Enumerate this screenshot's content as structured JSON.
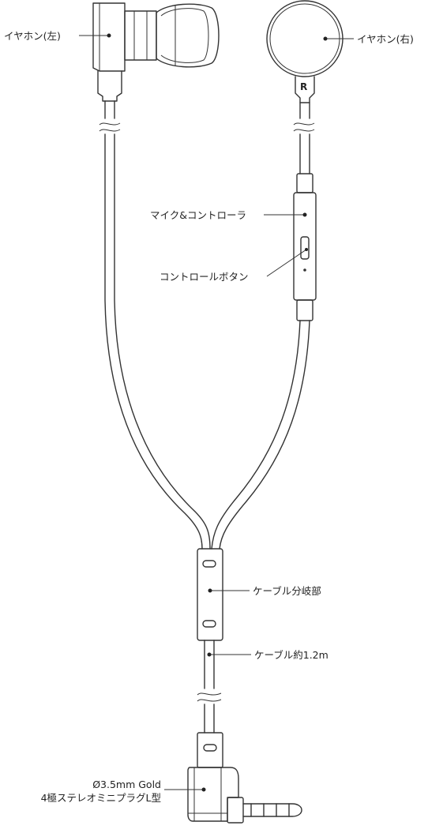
{
  "labels": {
    "left_earphone": "イヤホン(左)",
    "right_earphone": "イヤホン(右)",
    "mic_controller": "マイク&コントローラ",
    "control_button": "コントロールボタン",
    "cable_splitter": "ケーブル分岐部",
    "cable_length": "ケーブル約1.2m",
    "plug_line1": "Ø3.5mm Gold",
    "plug_line2": "4極ステレオミニプラグL型"
  },
  "marks": {
    "right_side": "R"
  },
  "colors": {
    "line": "#333333",
    "background": "#ffffff"
  }
}
